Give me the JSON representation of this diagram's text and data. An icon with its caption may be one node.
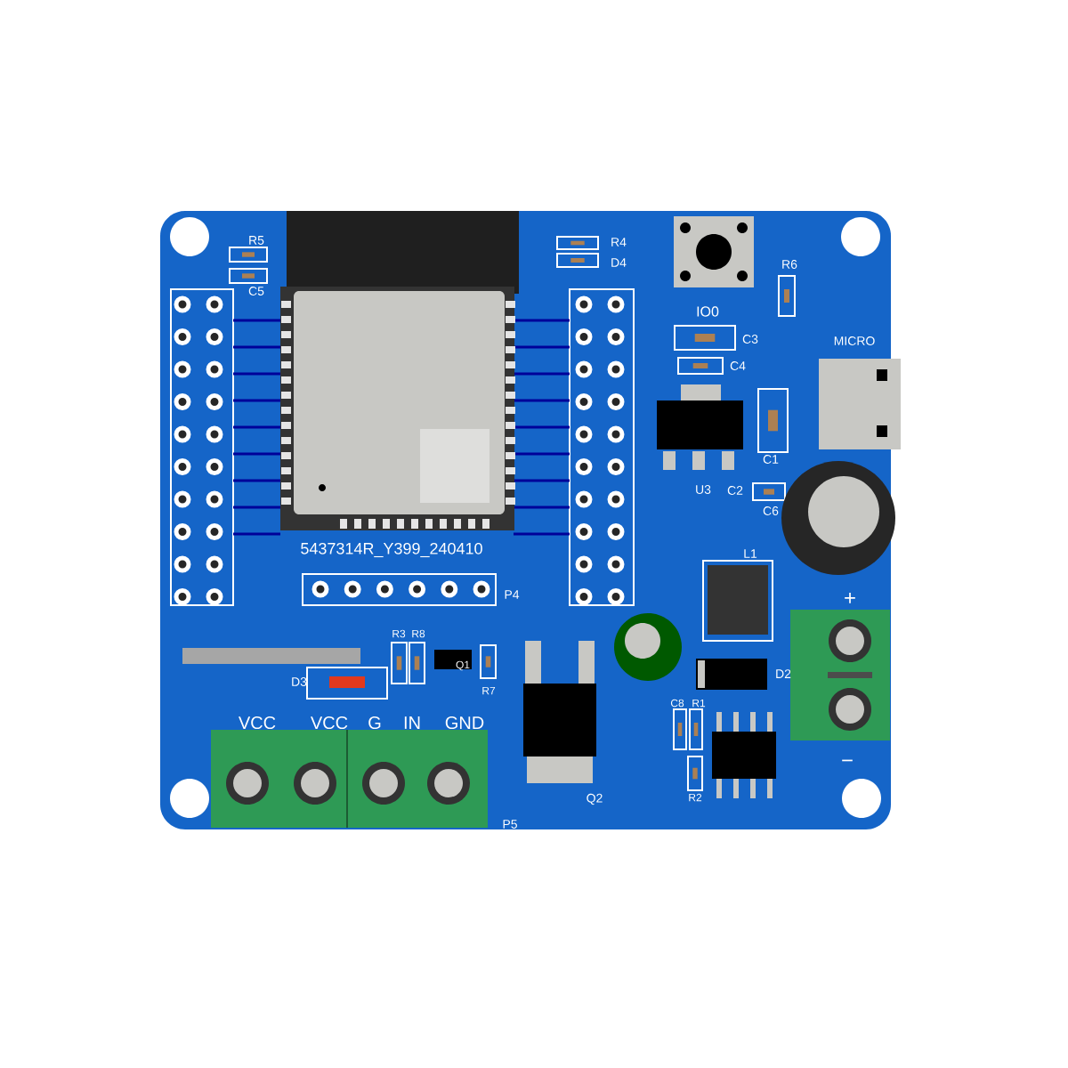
{
  "diagram": {
    "labels": [
      "R5",
      "C5",
      "R4",
      "D4",
      "IO0",
      "R6",
      "C3",
      "MICRO",
      "C4",
      "C1",
      "U3",
      "C2",
      "C6",
      "L1",
      "5437314R_Y399_240410",
      "P4",
      "R3",
      "R8",
      "Q1",
      "D3",
      "R7",
      "VCC",
      "VCC",
      "G",
      "IN",
      "GND",
      "P5",
      "Q2",
      "C8",
      "R1",
      "R2",
      "D2",
      "+",
      "−"
    ]
  }
}
